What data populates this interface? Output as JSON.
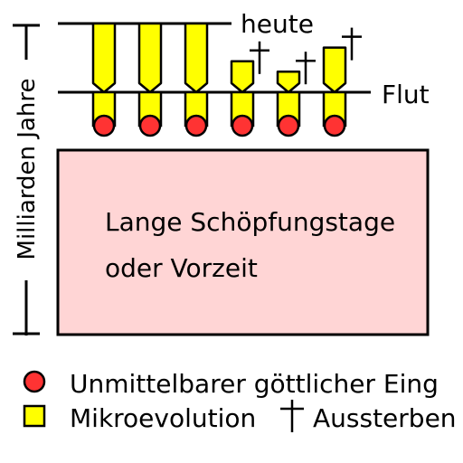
{
  "labels": {
    "axis": "Milliarden Jahre",
    "top_line": "heute",
    "mid_line": "Flut",
    "box_line1": "Lange Schöpfungstage",
    "box_line2": "oder Vorzeit"
  },
  "legend": {
    "circle_label": "Unmittelbarer göttlicher Eing",
    "square_label": "Mikroevolution",
    "extinction_label": "Aussterben"
  },
  "lineages": [
    {
      "extinct": false,
      "extinction_fraction": 1.0
    },
    {
      "extinct": false,
      "extinction_fraction": 1.0
    },
    {
      "extinct": false,
      "extinction_fraction": 1.0
    },
    {
      "extinct": true,
      "extinction_fraction": 0.45
    },
    {
      "extinct": true,
      "extinction_fraction": 0.3
    },
    {
      "extinct": true,
      "extinction_fraction": 0.65
    }
  ],
  "colors": {
    "box_fill": "#ffd5d5",
    "column_fill": "#ffff00",
    "origin_fill": "#ff3333",
    "stroke": "#000000"
  },
  "icons": {
    "origin": "red-circle-icon",
    "microevolution": "yellow-square-icon",
    "extinction": "dagger-cross-icon"
  }
}
